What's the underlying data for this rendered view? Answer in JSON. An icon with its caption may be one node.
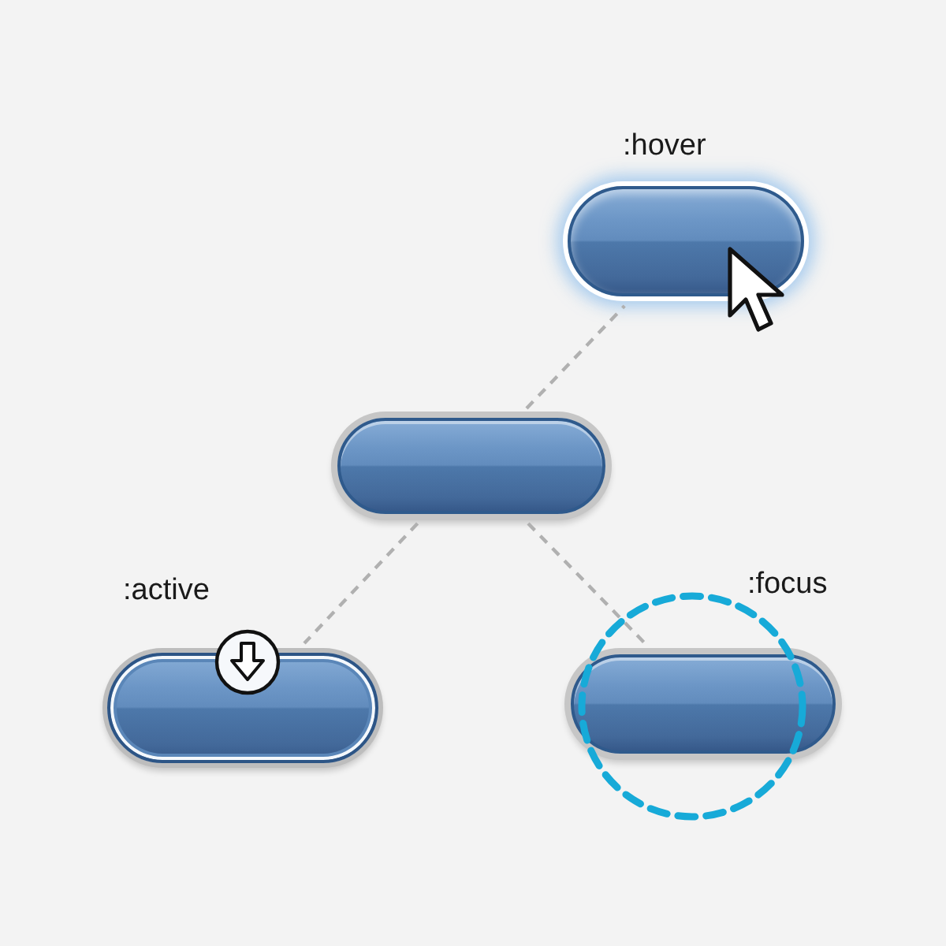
{
  "diagram": {
    "nodes": [
      {
        "text": [],
        "shape": "box",
        "beside": [
          ":hover"
        ]
      },
      {
        "text": [],
        "shape": "box"
      },
      {
        "text": [],
        "shape": "box",
        "beside": [
          ":active"
        ]
      },
      {
        "text": [],
        "shape": "box",
        "beside": [
          ":focus"
        ]
      }
    ],
    "edges": [
      {
        "from": 1,
        "to": 0,
        "arrow": "none",
        "style": "dashed"
      },
      {
        "from": 1,
        "to": 2,
        "arrow": "none",
        "style": "dashed"
      },
      {
        "from": 1,
        "to": 3,
        "arrow": "none",
        "style": "dashed"
      }
    ]
  }
}
